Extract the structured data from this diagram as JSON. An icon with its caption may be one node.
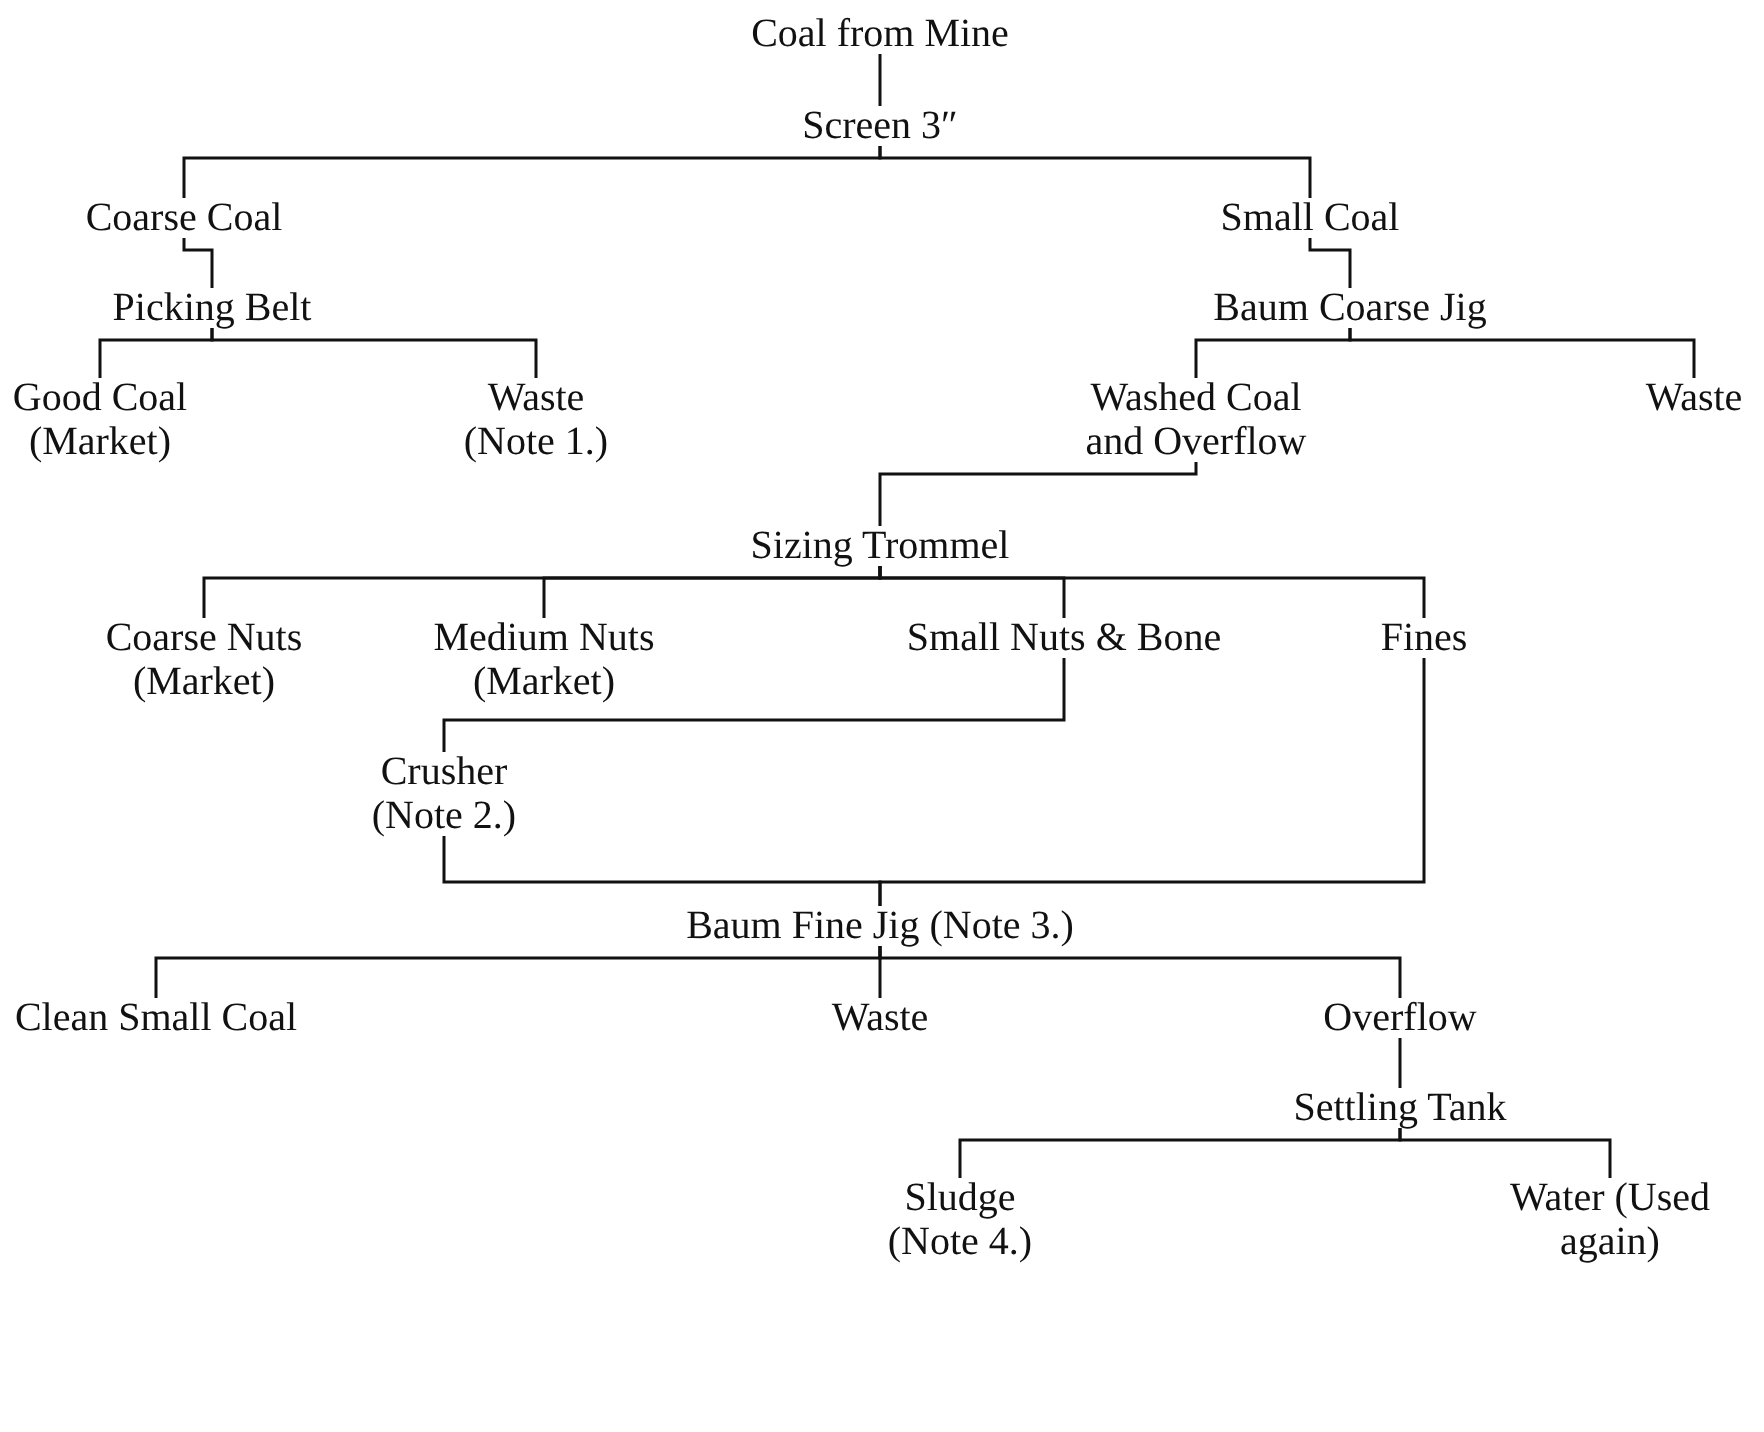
{
  "diagram": {
    "nodes": [
      {
        "text": [
          "Coal from Mine"
        ]
      },
      {
        "text": [
          "Screen 3″"
        ]
      },
      {
        "text": [
          "Coarse Coal"
        ]
      },
      {
        "text": [
          "Small Coal"
        ]
      },
      {
        "text": [
          "Picking Belt"
        ]
      },
      {
        "text": [
          "Baum Coarse Jig"
        ]
      },
      {
        "text": [
          "Good Coal (Market)"
        ]
      },
      {
        "text": [
          "Waste (Note 1.)"
        ]
      },
      {
        "text": [
          "Washed Coal and Overflow"
        ]
      },
      {
        "text": [
          "Waste"
        ]
      },
      {
        "text": [
          "Sizing Trommel"
        ]
      },
      {
        "text": [
          "Coarse Nuts (Market)"
        ]
      },
      {
        "text": [
          "Medium Nuts (Market)"
        ]
      },
      {
        "text": [
          "Small Nuts & Bone"
        ]
      },
      {
        "text": [
          "Fines"
        ]
      },
      {
        "text": [
          "Crusher (Note 2.)"
        ]
      },
      {
        "text": [
          "Baum Fine Jig (Note 3.)"
        ]
      },
      {
        "text": [
          "Clean Small Coal"
        ]
      },
      {
        "text": [
          "Waste"
        ]
      },
      {
        "text": [
          "Overflow"
        ]
      },
      {
        "text": [
          "Settling Tank"
        ]
      },
      {
        "text": [
          "Sludge (Note 4.)"
        ]
      },
      {
        "text": [
          "Water (Used again)"
        ]
      }
    ],
    "edges": [
      {
        "from": 0,
        "to": 1,
        "arrow": "none"
      },
      {
        "from": 1,
        "to": 2,
        "arrow": "none"
      },
      {
        "from": 1,
        "to": 3,
        "arrow": "none"
      },
      {
        "from": 2,
        "to": 4,
        "arrow": "none"
      },
      {
        "from": 3,
        "to": 5,
        "arrow": "none"
      },
      {
        "from": 4,
        "to": 6,
        "arrow": "none"
      },
      {
        "from": 4,
        "to": 7,
        "arrow": "none"
      },
      {
        "from": 5,
        "to": 8,
        "arrow": "none"
      },
      {
        "from": 5,
        "to": 9,
        "arrow": "none"
      },
      {
        "from": 8,
        "to": 10,
        "arrow": "none"
      },
      {
        "from": 10,
        "to": 11,
        "arrow": "none"
      },
      {
        "from": 10,
        "to": 12,
        "arrow": "none"
      },
      {
        "from": 10,
        "to": 13,
        "arrow": "none"
      },
      {
        "from": 10,
        "to": 14,
        "arrow": "none"
      },
      {
        "from": 13,
        "to": 15,
        "arrow": "none"
      },
      {
        "from": 15,
        "to": 16,
        "arrow": "none"
      },
      {
        "from": 14,
        "to": 16,
        "arrow": "none"
      },
      {
        "from": 16,
        "to": 17,
        "arrow": "none"
      },
      {
        "from": 16,
        "to": 18,
        "arrow": "none"
      },
      {
        "from": 16,
        "to": 19,
        "arrow": "none"
      },
      {
        "from": 19,
        "to": 20,
        "arrow": "none"
      },
      {
        "from": 20,
        "to": 21,
        "arrow": "none"
      },
      {
        "from": 20,
        "to": 22,
        "arrow": "none"
      }
    ]
  }
}
